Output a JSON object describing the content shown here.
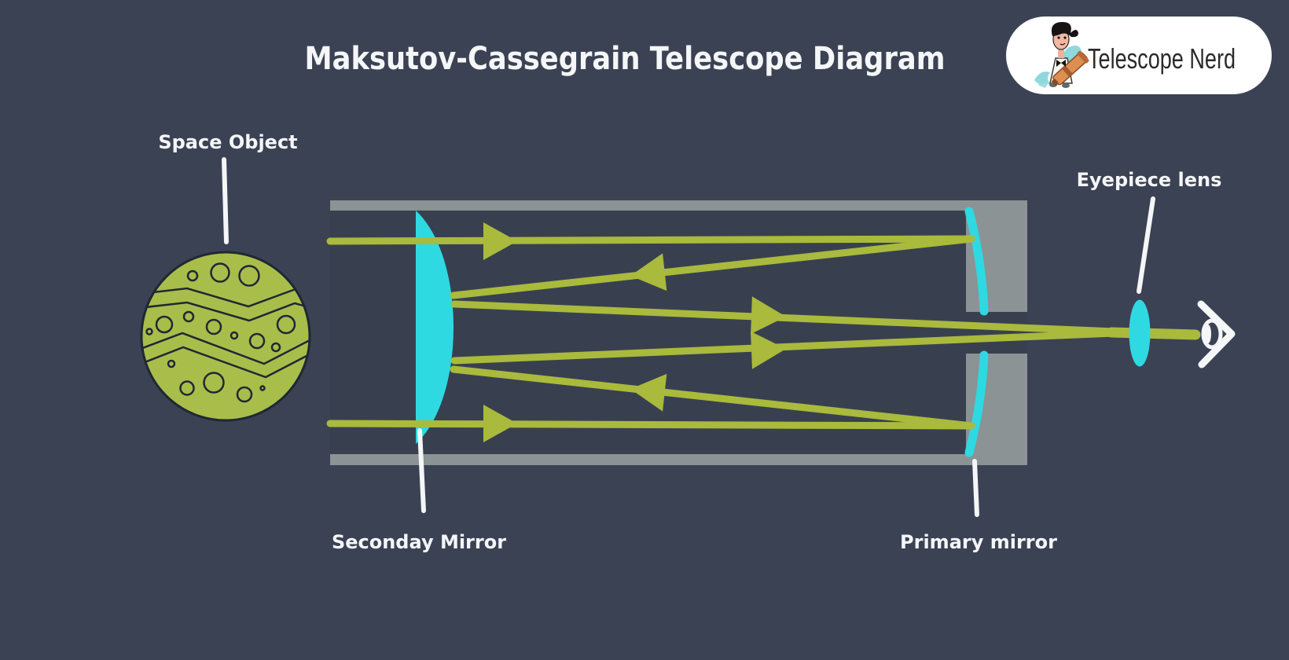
{
  "page": {
    "title": "Maksutov-Cassegrain Telescope Diagram"
  },
  "logo": {
    "text": "Telescope Nerd"
  },
  "labels": {
    "space_object": "Space Object",
    "secondary_mirror": "Seconday Mirror",
    "primary_mirror": "Primary mirror",
    "eyepiece_lens": "Eyepiece lens"
  },
  "colors": {
    "bg": "#3b4254",
    "tube": "#8b9394",
    "ray": "#a9ba3c",
    "cyan": "#2ed9e2",
    "planet": "#a9bd4b",
    "outline": "#1f2833",
    "white": "#f4f6f7",
    "logoText": "#2b2b2b",
    "logoPill": "#ffffff"
  }
}
